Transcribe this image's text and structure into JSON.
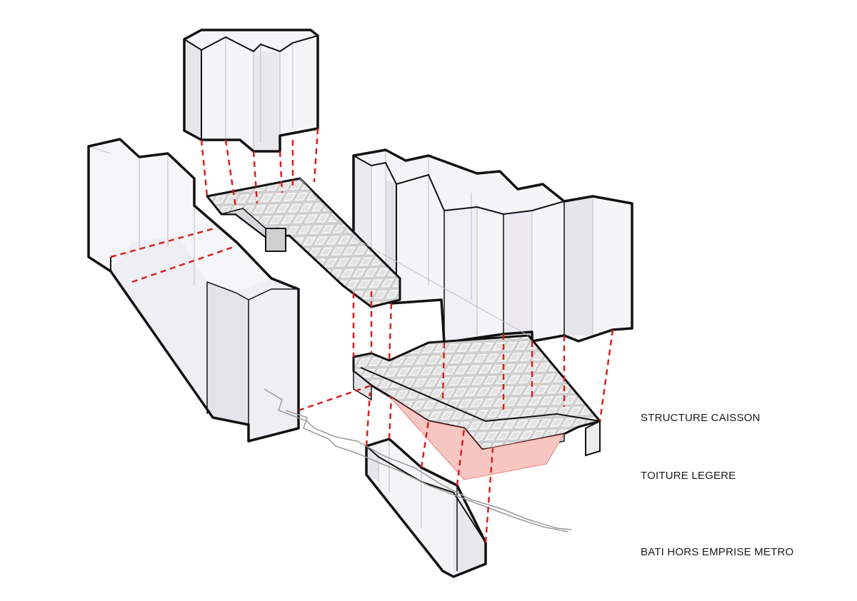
{
  "legend": {
    "structure_caisson": "STRUCTURE CAISSON",
    "toiture_legere": "TOITURE LEGERE",
    "bati_hors_emprise": "BATI HORS EMPRISE METRO"
  },
  "colors": {
    "outline": "#111111",
    "inner_line": "#bdbdbd",
    "face_light": "#f6f5f8",
    "face_mid": "#ecebf0",
    "face_dark": "#d9d8de",
    "projection_line": "#d9201d",
    "roof_fill": "#f7c6c3",
    "grid_line": "#9a9a9a"
  },
  "icons": {
    "structure": "waffle-slab-grid",
    "roof": "pink-light-roof-panel",
    "buildings": "exploded-building-volumes"
  }
}
